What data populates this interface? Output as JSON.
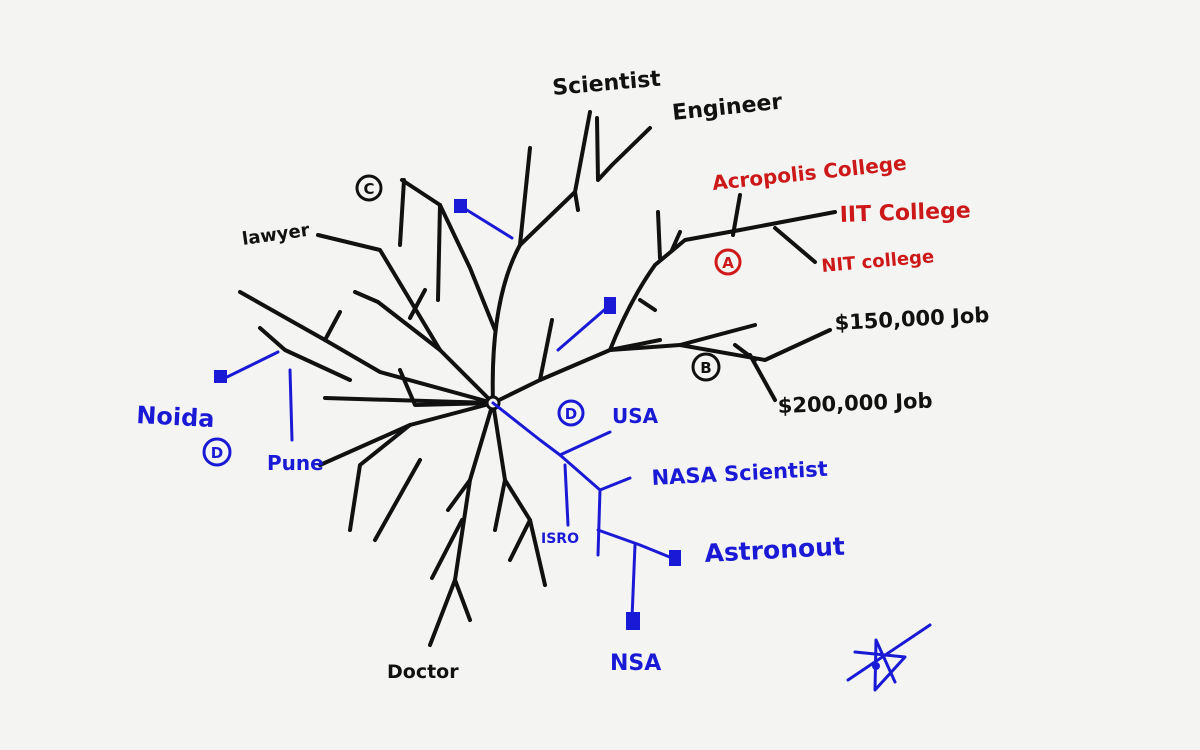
{
  "labels": {
    "scientist": "Scientist",
    "engineer": "Engineer",
    "lawyer": "lawyer",
    "doctor": "Doctor",
    "acropolis": "Acropolis College",
    "iit": "IIT College",
    "nit": "NIT college",
    "job150": "$150,000 Job",
    "job200": "$200,000 Job",
    "noida": "Noida",
    "pune": "Pune",
    "usa": "USA",
    "nasa": "NASA Scientist",
    "isro": "ISRO",
    "astronaut": "Astronout",
    "nsa": "NSA"
  },
  "markers": {
    "a": "A",
    "b": "B",
    "c": "C",
    "d_center": "D",
    "d_left": "D"
  },
  "colors": {
    "black": "#111111",
    "blue": "#1a1ad6",
    "red": "#d01a1a"
  }
}
